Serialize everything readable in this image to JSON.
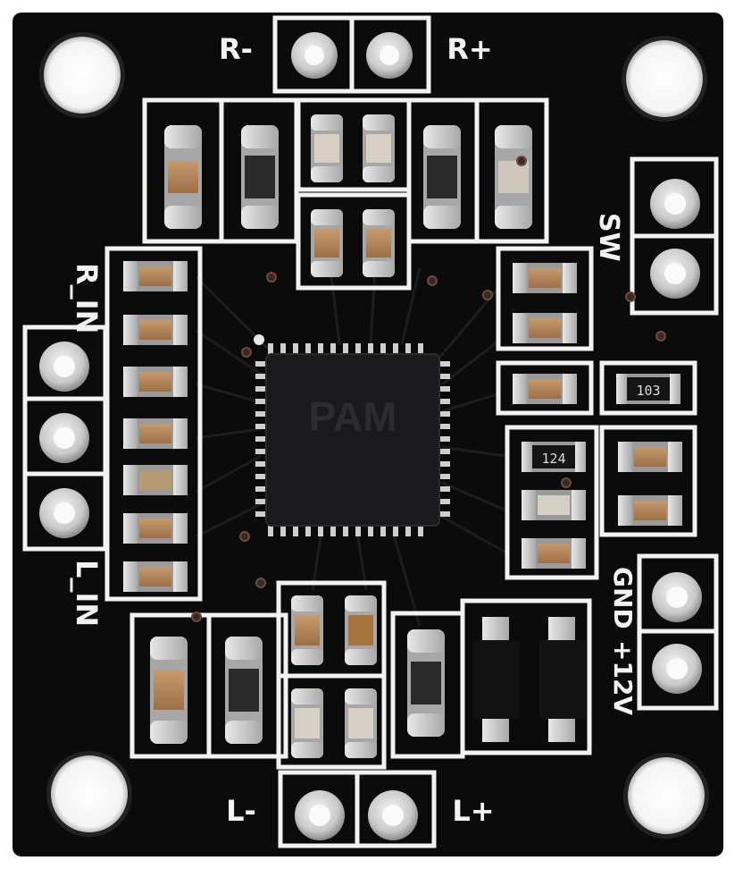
{
  "board": {
    "labels": {
      "r_minus": "R-",
      "r_plus": "R+",
      "l_minus": "L-",
      "l_plus": "L+",
      "r_in": "R_IN",
      "l_in": "L_IN",
      "sw": "SW",
      "gnd": "GND",
      "v12": "+12V"
    },
    "chip_marking": "PAM",
    "resistor_codes": {
      "r103": "103",
      "r124": "124"
    },
    "colors": {
      "pcb": "#0b0b0c",
      "silkscreen": "#f2f2f2",
      "pad": "#c9c9c9",
      "capacitor": "#b5855a",
      "chip": "#1a1a1c"
    }
  }
}
